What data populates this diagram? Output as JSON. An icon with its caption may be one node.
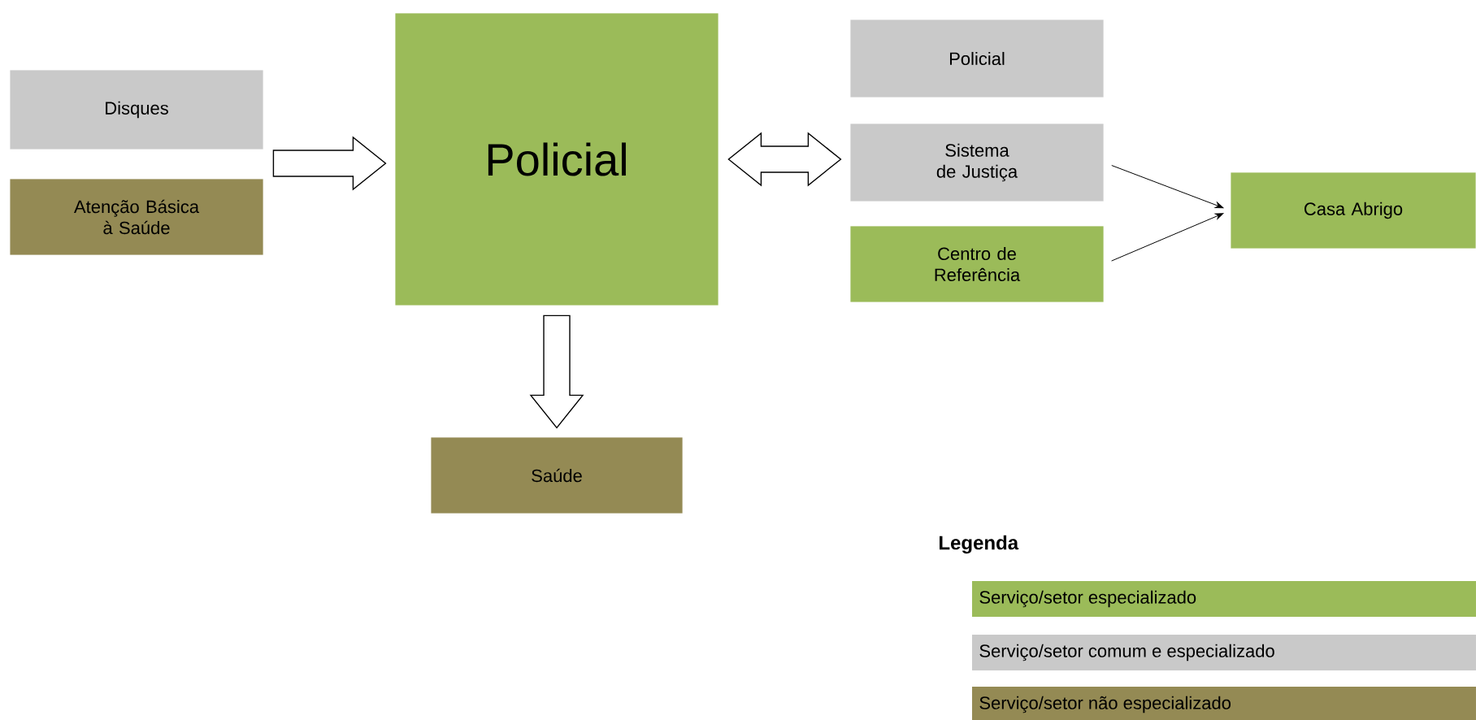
{
  "diagram": {
    "nodes": [
      {
        "text": [
          "Disques"
        ]
      },
      {
        "text": [
          "Atenção Básica à Saúde"
        ]
      },
      {
        "text": [
          "Policial"
        ]
      },
      {
        "text": [
          "Policial"
        ]
      },
      {
        "text": [
          "Sistema de Justiça"
        ]
      },
      {
        "text": [
          "Centro de Referência"
        ]
      },
      {
        "text": [
          "Casa Abrigo"
        ]
      },
      {
        "text": [
          "Saúde"
        ]
      }
    ],
    "edges": [
      {
        "from": 0,
        "to": 2,
        "arrow": "to",
        "style": "thick"
      },
      {
        "from": 1,
        "to": 2,
        "arrow": "to",
        "style": "thick"
      },
      {
        "from": 2,
        "to": 4,
        "arrow": "both",
        "style": "thick"
      },
      {
        "from": 4,
        "to": 6,
        "arrow": "to"
      },
      {
        "from": 5,
        "to": 6,
        "arrow": "to"
      },
      {
        "from": 2,
        "to": 7,
        "arrow": "to",
        "style": "thick"
      }
    ],
    "labels": [
      "Legenda"
    ],
    "legend": [
      {
        "text": "Serviço/setor especializado",
        "color": "#9bbb59"
      },
      {
        "text": "Serviço/setor comum e especializado",
        "color": "#c9c9c9"
      },
      {
        "text": "Serviço/setor não especializado",
        "color": "#948a54"
      }
    ]
  }
}
